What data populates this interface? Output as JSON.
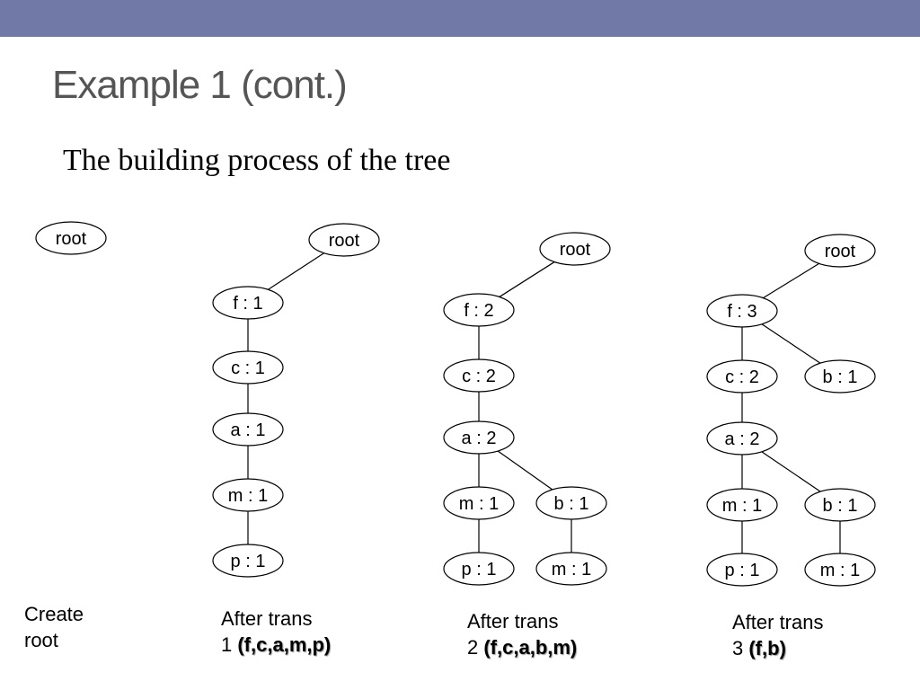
{
  "slide": {
    "title": "Example 1 (cont.)",
    "subtitle": "The building process of the tree"
  },
  "colors": {
    "top_bar": "#7179a6",
    "title": "#555555"
  },
  "trees": [
    {
      "nodes": [
        {
          "id": "root",
          "label": "root"
        }
      ],
      "edges": []
    },
    {
      "nodes": [
        {
          "id": "root",
          "label": "root"
        },
        {
          "id": "f",
          "label": "f : 1"
        },
        {
          "id": "c",
          "label": "c : 1"
        },
        {
          "id": "a",
          "label": "a : 1"
        },
        {
          "id": "m",
          "label": "m : 1"
        },
        {
          "id": "p",
          "label": "p : 1"
        }
      ],
      "edges": [
        [
          "root",
          "f"
        ],
        [
          "f",
          "c"
        ],
        [
          "c",
          "a"
        ],
        [
          "a",
          "m"
        ],
        [
          "m",
          "p"
        ]
      ]
    },
    {
      "nodes": [
        {
          "id": "root",
          "label": "root"
        },
        {
          "id": "f",
          "label": "f : 2"
        },
        {
          "id": "c",
          "label": "c : 2"
        },
        {
          "id": "a",
          "label": "a : 2"
        },
        {
          "id": "m",
          "label": "m : 1"
        },
        {
          "id": "b",
          "label": "b : 1"
        },
        {
          "id": "p",
          "label": "p : 1"
        },
        {
          "id": "m2",
          "label": "m : 1"
        }
      ],
      "edges": [
        [
          "root",
          "f"
        ],
        [
          "f",
          "c"
        ],
        [
          "c",
          "a"
        ],
        [
          "a",
          "m"
        ],
        [
          "a",
          "b"
        ],
        [
          "m",
          "p"
        ],
        [
          "b",
          "m2"
        ]
      ]
    },
    {
      "nodes": [
        {
          "id": "root",
          "label": "root"
        },
        {
          "id": "f",
          "label": "f : 3"
        },
        {
          "id": "c",
          "label": "c : 2"
        },
        {
          "id": "b1",
          "label": "b : 1"
        },
        {
          "id": "a",
          "label": "a : 2"
        },
        {
          "id": "m",
          "label": "m : 1"
        },
        {
          "id": "b2",
          "label": "b : 1"
        },
        {
          "id": "p",
          "label": "p : 1"
        },
        {
          "id": "m2",
          "label": "m : 1"
        }
      ],
      "edges": [
        [
          "root",
          "f"
        ],
        [
          "f",
          "c"
        ],
        [
          "f",
          "b1"
        ],
        [
          "c",
          "a"
        ],
        [
          "a",
          "m"
        ],
        [
          "a",
          "b2"
        ],
        [
          "m",
          "p"
        ],
        [
          "b2",
          "m2"
        ]
      ]
    }
  ],
  "captions": [
    {
      "line1": "Create",
      "line2_prefix": "root",
      "line2_sequence": ""
    },
    {
      "line1": "After trans",
      "line2_prefix": "1 ",
      "line2_sequence": "(f,c,a,m,p)"
    },
    {
      "line1": "After trans",
      "line2_prefix": "2 ",
      "line2_sequence": "(f,c,a,b,m)"
    },
    {
      "line1": "After trans",
      "line2_prefix": "3 ",
      "line2_sequence": "(f,b)"
    }
  ]
}
